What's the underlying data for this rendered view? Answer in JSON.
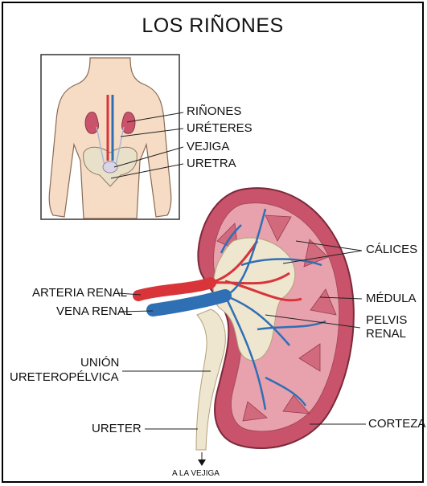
{
  "title": "LOS RIÑONES",
  "inset_labels": {
    "kidneys": "RIÑONES",
    "ureters": "URÉTERES",
    "bladder": "VEJIGA",
    "urethra": "URETRA"
  },
  "kidney_labels": {
    "calyces": "CÁLICES",
    "renal_artery": "ARTERIA RENAL",
    "medulla": "MÉDULA",
    "renal_vein": "VENA RENAL",
    "renal_pelvis_line1": "PELVIS",
    "renal_pelvis_line2": "RENAL",
    "pelvic_junction_line1": "UNIÓN",
    "pelvic_junction_line2": "URETEROPÉLVICA",
    "ureter": "URETER",
    "cortex": "CORTEZA",
    "to_bladder": "A LA VEJIGA"
  },
  "colors": {
    "skin": "#f6dcc4",
    "kidney_outer": "#c8536a",
    "kidney_inner": "#e8a2ad",
    "pelvis": "#efe6cf",
    "artery": "#d8343a",
    "vein": "#2f6fb4"
  }
}
